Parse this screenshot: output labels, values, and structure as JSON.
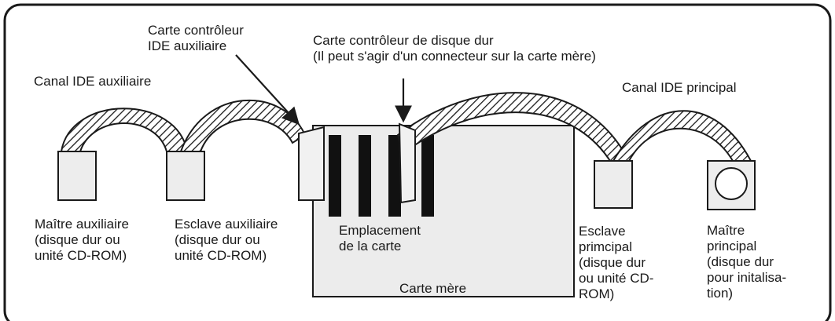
{
  "labels": {
    "aux_controller": "Carte contrôleur\nIDE auxiliaire",
    "hd_controller": "Carte contrôleur de disque dur\n(Il peut s'agir d'un connecteur sur la carte mère)",
    "aux_channel": "Canal IDE auxiliaire",
    "main_channel": "Canal IDE principal",
    "aux_master": "Maître auxiliaire\n(disque dur ou\nunité CD-ROM)",
    "aux_slave": "Esclave auxiliaire\n(disque dur ou\nunité CD-ROM)",
    "slot": "Emplacement\nde la carte",
    "motherboard": "Carte mère",
    "main_slave": "Esclave\nprimcipal\n(disque dur\nou unité CD-\nROM)",
    "main_master": "Maître\nprincipal\n(disque dur\npour initalisa-\ntion)"
  },
  "colors": {
    "line": "#1a1a1a",
    "drive_fill": "#ededed",
    "board_fill": "#ececec",
    "slot_fill": "#111111",
    "background": "#ffffff"
  }
}
